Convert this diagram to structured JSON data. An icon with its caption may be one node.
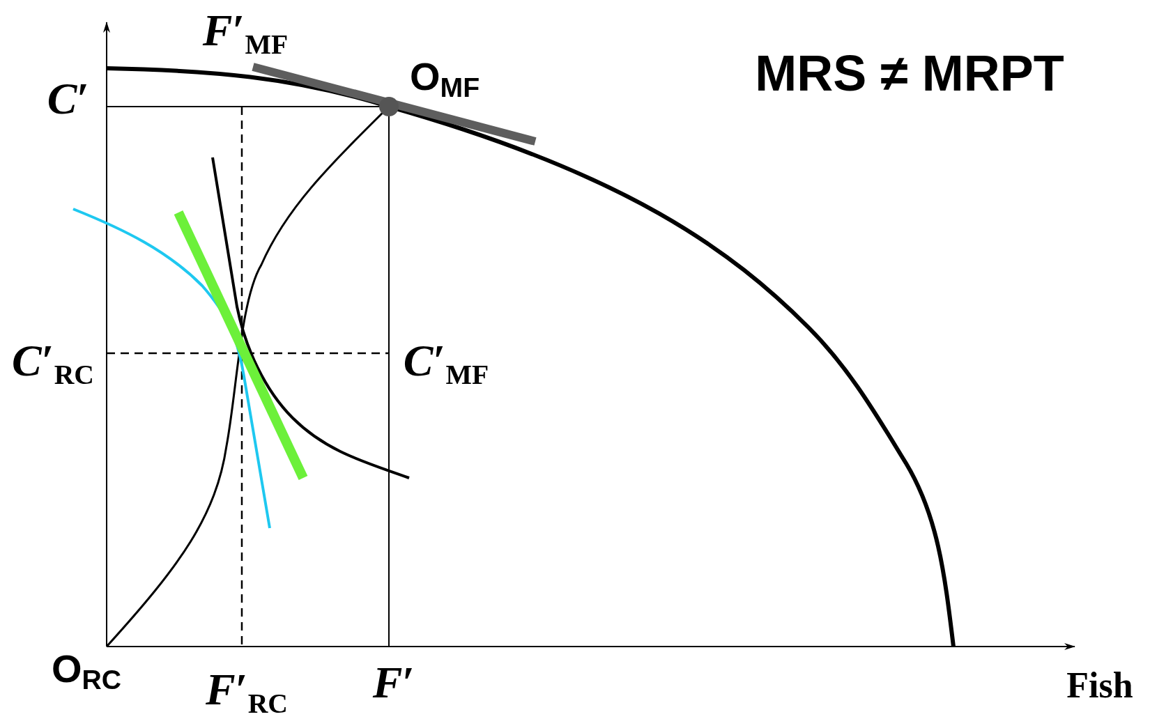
{
  "diagram": {
    "labels": [
      "*F*′$_{MF}$",
      "O$_{MF}$",
      "MRS ≠ MRPT",
      "*C*′",
      "*C*′$_{RC}$",
      "*C*′$_{MF}$",
      "O$_{RC}$",
      "*F*′$_{RC}$",
      "*F*′",
      "Fish"
    ]
  }
}
